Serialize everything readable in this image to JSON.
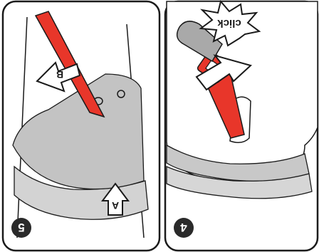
{
  "panels": [
    {
      "step_number": "5",
      "arrow_a_label": "A",
      "arrow_b_label": "B"
    },
    {
      "step_number": "4",
      "sound_effect": "click"
    }
  ],
  "colors": {
    "strap": "#e8362a",
    "seat_shell": "#c8c8c8",
    "outline": "#1a1a1a",
    "badge": "#2a2a2a"
  }
}
